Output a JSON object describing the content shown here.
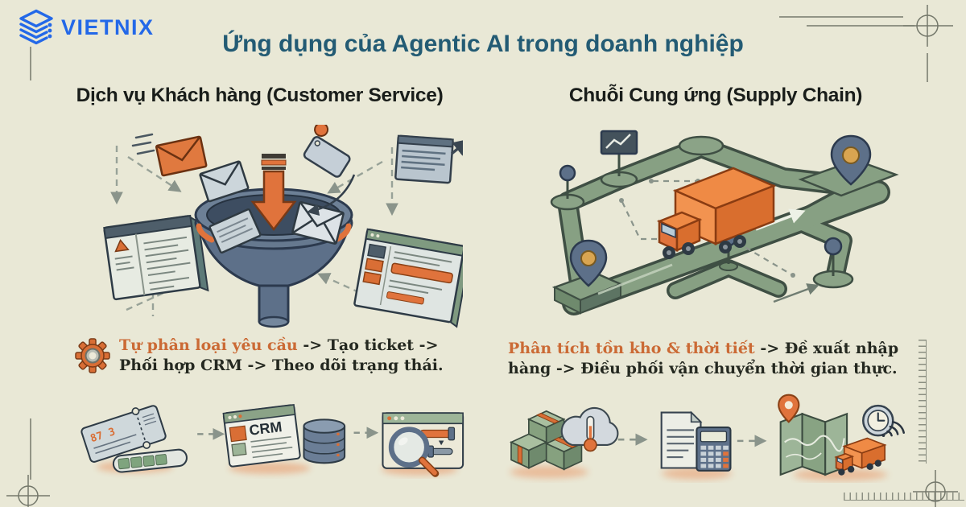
{
  "brand": {
    "name": "VIETNIX"
  },
  "title": "Ứng dụng của Agentic AI trong doanh nghiệp",
  "colors": {
    "background": "#e9e8d6",
    "title": "#235b74",
    "accent_orange": "#cb6a35",
    "orange_fill": "#e0733c",
    "logo_blue": "#2368e8",
    "road_green": "#87a083",
    "sage": "#8ba387",
    "slate_blue": "#5d7089",
    "text_dark": "#242820"
  },
  "sections": [
    {
      "id": "customer-service",
      "heading": "Dịch vụ Khách hàng (Customer Service)",
      "illustration": "email-triage-funnel",
      "caption": {
        "highlight": "Tự phân loại yêu cầu",
        "rest": " -> Tạo ticket -> Phối hợp CRM -> Theo dõi trạng thái."
      },
      "labels": {
        "crm": "CRM",
        "ticket_number": "87 3"
      }
    },
    {
      "id": "supply-chain",
      "heading": "Chuỗi Cung ứng (Supply Chain)",
      "illustration": "logistics-route-network-truck",
      "caption": {
        "highlight": "Phân tích tồn kho & thời tiết",
        "rest": " -> Đề xuất nhập hàng -> Điều phối vận chuyển thời gian thực."
      }
    }
  ],
  "icons": {
    "header": [
      "vietnix-logo-icon"
    ],
    "customer_service_scene": [
      "incoming-email-icon",
      "envelope-icon",
      "priority-tag-icon",
      "webpage-card-icon",
      "alert-document-panel-icon",
      "report-panel-icon",
      "triage-funnel-icon",
      "down-arrow-icon",
      "dashed-arrow"
    ],
    "customer_service_flow": [
      "support-ticket-icon",
      "progress-pill-icon",
      "crm-window-icon",
      "database-icon",
      "search-magnifier-icon",
      "sliders-icon"
    ],
    "supply_chain_scene": [
      "route-network-icon",
      "delivery-truck-icon",
      "location-pin-icon",
      "chart-signpost-icon",
      "waypoint-ball-icon"
    ],
    "supply_chain_flow": [
      "inventory-boxes-icon",
      "cloud-thermometer-icon",
      "order-document-icon",
      "calculator-icon",
      "route-map-icon",
      "clock-icon",
      "connected-truck-icon",
      "wifi-signal-icon"
    ],
    "decorations": [
      "gear-icon",
      "crosshair-mark",
      "ruler-mark"
    ]
  }
}
